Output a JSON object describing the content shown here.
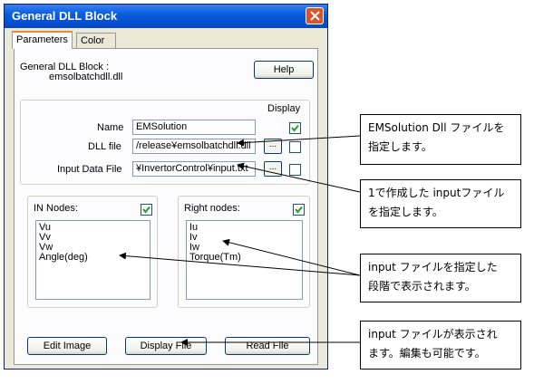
{
  "dialog": {
    "title": "General DLL Block",
    "tabs": [
      {
        "label": "Parameters",
        "active": true
      },
      {
        "label": "Color",
        "active": false
      }
    ],
    "block_header": "General DLL Block :",
    "dll_name": "emsolbatchdll.dll",
    "help_label": "Help",
    "display_header": "Display",
    "fields": {
      "name": {
        "label": "Name",
        "value": "EMSolution"
      },
      "dll_file": {
        "label": "DLL file",
        "value": "/release¥emsolbatchdll.dll"
      },
      "input_file": {
        "label": "Input Data File",
        "value": "¥InvertorControl¥input.txt"
      }
    },
    "browse_label": "...",
    "in_nodes": {
      "label": "IN Nodes:",
      "items": [
        "Vu",
        "Vv",
        "Vw",
        "Angle(deg)"
      ]
    },
    "right_nodes": {
      "label": "Right nodes:",
      "items": [
        "Iu",
        "Iv",
        "Iw",
        "Torque(Tm)"
      ]
    },
    "buttons": {
      "edit_image": "Edit Image",
      "display_file": "Display File",
      "read_file": "Read File"
    }
  },
  "callouts": {
    "c1_line1": "EMSolution Dll ファイルを",
    "c1_line2": "指定します。",
    "c2_line1": "1で作成した inputファイル",
    "c2_line2": "を指定します。",
    "c3_line1": "input ファイルを指定した",
    "c3_line2": "段階で表示されます。",
    "c4_line1": "input ファイルが表示され",
    "c4_line2": "ます。編集も可能です。"
  },
  "colors": {
    "title_bar": "#0a5ddc",
    "close_button": "#d8542c",
    "dialog_bg": "#ece9d8",
    "active_tab_highlight": "#e68b2c"
  }
}
